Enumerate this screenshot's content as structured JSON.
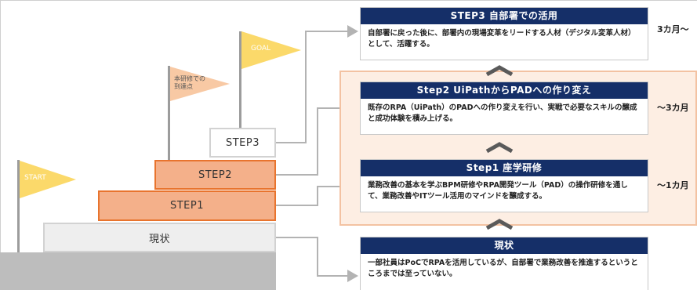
{
  "staircase": {
    "base_label": "現状",
    "step1_label": "STEP1",
    "step2_label": "STEP2",
    "step3_label": "STEP3"
  },
  "flags": {
    "start": "START",
    "midpoint": "本研修での\n到達点",
    "goal": "GOAL"
  },
  "boxes": {
    "step3": {
      "title": "STEP3  自部署での活用",
      "body": "自部署に戻った後に、部署内の現場変革をリードする人材（デジタル変革人材）として、活躍する。",
      "period": "3カ月～"
    },
    "step2": {
      "title": "Step2  UiPathからPADへの作り変え",
      "body": "既存のRPA（UiPath）のPADへの作り変えを行い、実戦で必要なスキルの醸成と成功体験を積み上げる。",
      "period": "～3カ月"
    },
    "step1": {
      "title": "Step1  座学研修",
      "body": "業務改善の基本を学ぶBPM研修やRPA開発ツール（PAD）の操作研修を通して、業務改善やITツール活用のマインドを醸成する。",
      "period": "～1カ月"
    },
    "current": {
      "title": "現状",
      "body": "一部社員はPoCでRPAを活用しているが、自部署で業務改善を推進するというところまでは至っていない。"
    }
  },
  "colors": {
    "navy": "#152f68",
    "orange_fill": "#f4b08a",
    "orange_border": "#e8742e",
    "highlight": "#fdeee3",
    "flag_yellow": "#fbd96a",
    "flag_peach": "#f8c9a4"
  }
}
